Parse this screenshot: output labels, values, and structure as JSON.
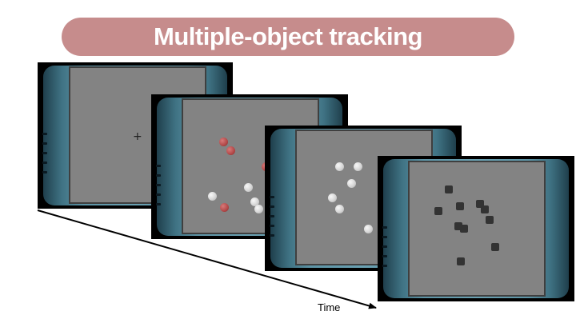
{
  "title": "Multiple-object tracking",
  "time_label": "Time",
  "fixation_symbol": "+",
  "colors": {
    "title_pill": "#c68c8c",
    "screen": "#838383",
    "bezel": "#5d94a6",
    "target_dot": "#b24848",
    "distractor_dot": "#d6d6d6",
    "probe_dot": "#333333"
  },
  "frames": [
    {
      "name": "fixation",
      "content": "fixation-cross"
    },
    {
      "name": "cue",
      "content": "targets-highlighted-red"
    },
    {
      "name": "tracking",
      "content": "all-dots-white"
    },
    {
      "name": "response",
      "content": "dots-dark"
    }
  ]
}
